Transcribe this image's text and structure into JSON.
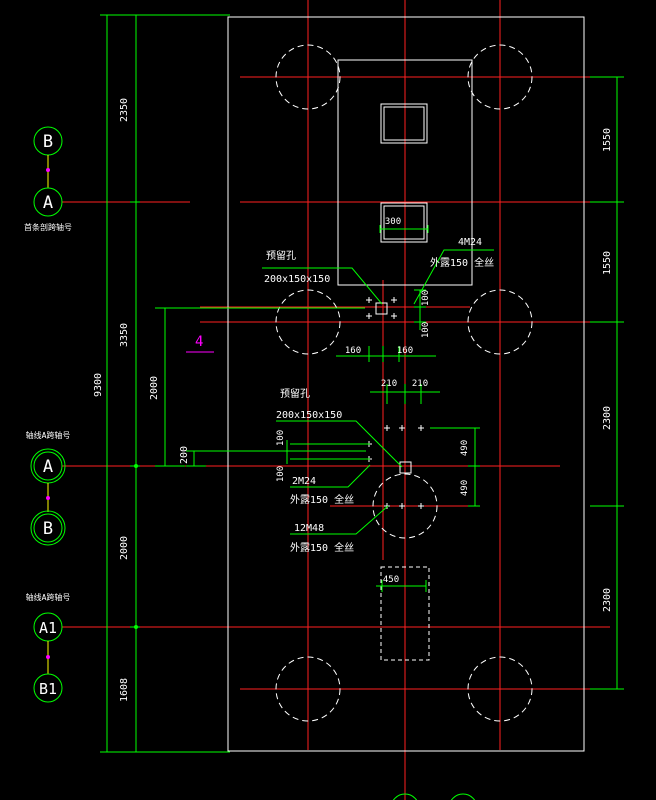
{
  "colors": {
    "background": "#000000",
    "axis": "#ff2020",
    "dim": "#00ff00",
    "outline": "#ffffff",
    "accent": "#ff00ff",
    "connector": "#ffff00",
    "text": "#ffffff"
  },
  "axis_bubbles": {
    "top_b": "B",
    "top_a": "A",
    "mid_a": "A",
    "mid_b": "B",
    "low_a1": "A1",
    "low_b1": "B1"
  },
  "grid_notes": {
    "top": "首条剖跨轴号",
    "mid": "轴线A跨轴号",
    "low": "轴线A跨轴号"
  },
  "left_dims": {
    "total": "9300",
    "d2350": "2350",
    "d3350": "3350",
    "d2000a": "2000",
    "d2000b": "2000",
    "d1608": "1608",
    "d200": "200"
  },
  "right_dims": {
    "d1550a": "1550",
    "d1550b": "1550",
    "d2300a": "2300",
    "d2300b": "2300"
  },
  "marker": "4",
  "annotations": {
    "hole1_title": "预留孔",
    "hole1_size": "200x150x150",
    "hole2_title": "预留孔",
    "hole2_size": "200x150x150",
    "bolt1_spec": "4M24",
    "bolt1_note": "外露150  全丝",
    "bolt2_spec": "2M24",
    "bolt2_note": "外露150  全丝",
    "bolt3_spec": "12M48",
    "bolt3_note": "外露150  全丝"
  },
  "inner_dims": {
    "d300": "300",
    "d100a": "100",
    "d100b": "100",
    "d160a": "160",
    "d160b": "160",
    "d210a": "210",
    "d210b": "210",
    "d100c": "100",
    "d100d": "100",
    "d490a": "490",
    "d490b": "490",
    "d450": "450"
  }
}
